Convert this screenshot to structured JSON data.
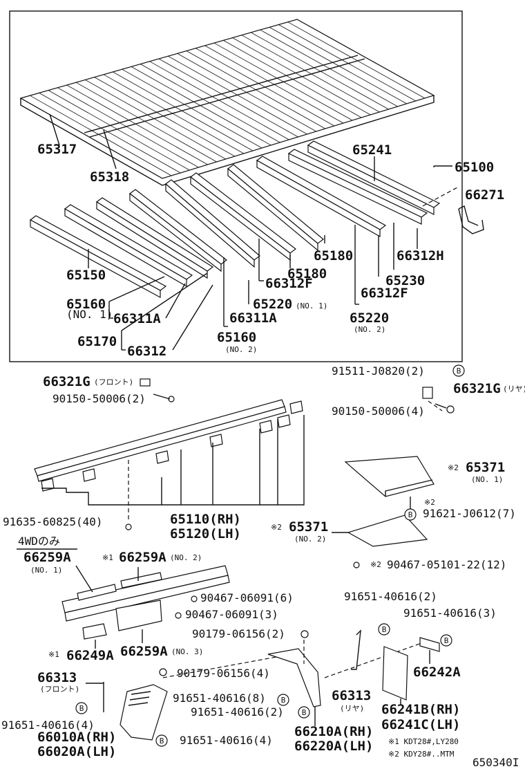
{
  "labels": {
    "p65317": "65317",
    "p65318": "65318",
    "p65241": "65241",
    "p65100": "65100",
    "p66271": "66271",
    "p65150": "65150",
    "p65180a": "65180",
    "p65180b": "65180",
    "p66312H": "66312H",
    "p65230": "65230",
    "p66312Fa": "66312F",
    "p66312Fb": "66312F",
    "p65160a": "65160",
    "p65160a_sub": "(NO. 1)",
    "p66311Aa": "66311A",
    "p65220a": "65220",
    "p65220a_sub": "(NO. 1)",
    "p65220b": "65220",
    "p65220b_sub": "(NO. 2)",
    "p66311Ab": "66311A",
    "p65170": "65170",
    "p65160b": "65160",
    "p65160b_sub": "(NO. 2)",
    "p66312": "66312",
    "b91511": "91511-J0820(2)",
    "p66321Gf": "66321G",
    "p66321Gf_sub": "(フロント)",
    "b90150a": "90150-50006(2)",
    "p66321Gr": "66321G",
    "p66321Gr_sub": "(リヤ)",
    "b90150b": "90150-50006(4)",
    "p65371a_mark": "※2",
    "p65371a": "65371",
    "p65371a_sub": "(NO. 1)",
    "b91621_mark": "※2",
    "b91621": "91621-J0612(7)",
    "b91635": "91635-60825(40)",
    "p65110": "65110(RH)",
    "p65120": "65120(LH)",
    "p65371b_mark": "※2",
    "p65371b": "65371",
    "p65371b_sub": "(NO. 2)",
    "wd4": "4WDのみ",
    "p66259Aa": "66259A",
    "p66259Aa_sub": "(NO. 1)",
    "p66259Ab_mark": "※1",
    "p66259Ab": "66259A",
    "p66259Ab_sub": "(NO. 2)",
    "b90467a_mark": "※2",
    "b90467a": "90467-05101-22(12)",
    "b90467b": "90467-06091(6)",
    "b90467c": "90467-06091(3)",
    "b91651a": "91651-40616(2)",
    "b91651b": "91651-40616(3)",
    "b90179a": "90179-06156(2)",
    "p66249A_mark": "※1",
    "p66249A": "66249A",
    "p66259Ac": "66259A",
    "p66259Ac_sub": "(NO. 3)",
    "p66242A": "66242A",
    "p66313f": "66313",
    "p66313f_sub": "(フロント)",
    "b90179b": "90179-06156(4)",
    "b91651c": "91651-40616(8)",
    "b91651d": "91651-40616(2)",
    "p66313r": "66313",
    "p66313r_sub": "(リヤ)",
    "p66241B": "66241B(RH)",
    "p66241C": "66241C(LH)",
    "b91651e": "91651-40616(4)",
    "p66010A": "66010A(RH)",
    "p66020A": "66020A(LH)",
    "b91651f": "91651-40616(4)",
    "p66210A": "66210A(RH)",
    "p66220A": "66220A(LH)",
    "note1": "※1 KDT28#,LY280",
    "note2": "※2 KDY28#..MTM",
    "diagram_no": "650340I"
  },
  "markers": {
    "b": "B"
  }
}
